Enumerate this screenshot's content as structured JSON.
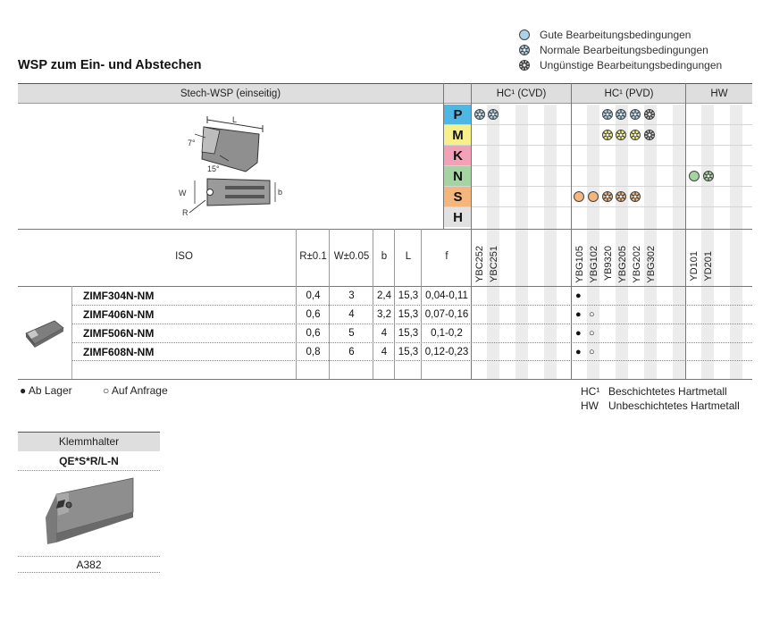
{
  "legend": {
    "good": "Gute Bearbeitungsbedingungen",
    "normal": "Normale Bearbeitungsbedingungen",
    "poor": "Ungünstige Bearbeitungsbedingungen",
    "colors": {
      "good": "#a9d5e8",
      "normal": "#a9d5e8",
      "poor": "#d8d8d8"
    }
  },
  "title": "WSP zum Ein- und Abstechen",
  "header": {
    "left": "Stech-WSP (einseitig)",
    "groups": [
      "HC¹ (CVD)",
      "HC¹ (PVD)",
      "HW"
    ]
  },
  "drawing": {
    "L": "L",
    "angle7": "7°",
    "angle15": "15°",
    "W": "W",
    "b": "b",
    "R": "R"
  },
  "iso_groups": [
    {
      "letter": "P",
      "color": "#4fb7e6"
    },
    {
      "letter": "M",
      "color": "#f7ef8a"
    },
    {
      "letter": "K",
      "color": "#f2a1b6"
    },
    {
      "letter": "N",
      "color": "#a5d4a3"
    },
    {
      "letter": "S",
      "color": "#f4b67d"
    },
    {
      "letter": "H",
      "color": "#e1e1e1"
    }
  ],
  "columns": {
    "iso": "ISO",
    "r": "R±0.1",
    "w": "W±0.05",
    "b": "b",
    "l": "L",
    "f": "f",
    "grades": [
      "YBC252",
      "YBC251",
      "YBG105",
      "YBG102",
      "YB9320",
      "YBG205",
      "YBG202",
      "YBG302",
      "YD101",
      "YD201"
    ]
  },
  "products": [
    {
      "name": "ZIMF304N-NM",
      "r": "0,4",
      "w": "3",
      "b": "2,4",
      "l": "15,3",
      "f": "0,04-0,11",
      "ybg105": "●",
      "ybg102": ""
    },
    {
      "name": "ZIMF406N-NM",
      "r": "0,6",
      "w": "4",
      "b": "3,2",
      "l": "15,3",
      "f": "0,07-0,16",
      "ybg105": "●",
      "ybg102": "○"
    },
    {
      "name": "ZIMF506N-NM",
      "r": "0,6",
      "w": "5",
      "b": "4",
      "l": "15,3",
      "f": "0,1-0,2",
      "ybg105": "●",
      "ybg102": "○"
    },
    {
      "name": "ZIMF608N-NM",
      "r": "0,8",
      "w": "6",
      "b": "4",
      "l": "15,3",
      "f": "0,12-0,23",
      "ybg105": "●",
      "ybg102": "○"
    }
  ],
  "footer": {
    "stock": "● Ab Lager",
    "request": "○ Auf Anfrage",
    "hc_key": "HC¹",
    "hc_text": "Beschichtetes Hartmetall",
    "hw_key": "HW",
    "hw_text": "Unbeschichtetes Hartmetall"
  },
  "holder": {
    "title": "Klemmhalter",
    "code": "QE*S*R/L-N",
    "ref": "A382"
  }
}
